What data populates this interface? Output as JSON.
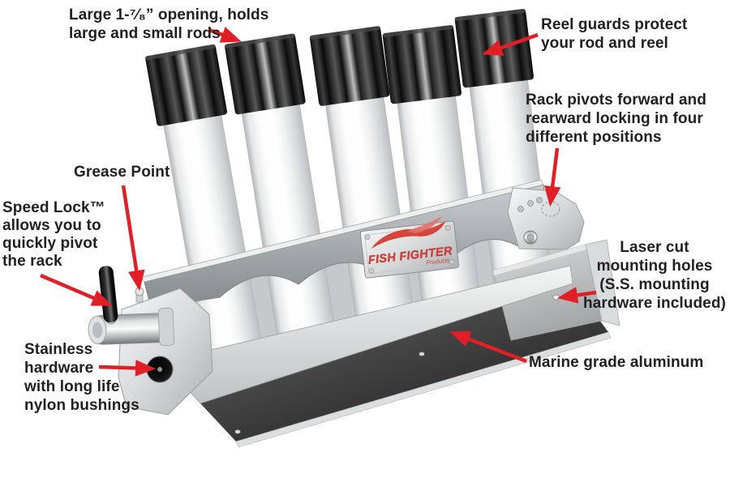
{
  "callouts": {
    "large_opening": "Large 1-⁷⁄₈” opening, holds\nlarge and small rods",
    "reel_guards": "Reel guards protect\nyour rod and reel",
    "rack_pivots": "Rack pivots forward and\nrearward locking in four\ndifferent positions",
    "grease_point": "Grease Point",
    "speed_lock": "Speed Lock™\nallows you to\nquickly pivot\nthe rack",
    "laser_cut": "Laser cut\nmounting holes\n(S.S. mounting\nhardware included)",
    "stainless_hardware": "Stainless\nhardware\nwith long life\nnylon bushings",
    "marine_grade": "Marine grade aluminum"
  },
  "brand": {
    "name": "FISH FIGHTER",
    "sub": "Products"
  },
  "colors": {
    "background": "#ffffff",
    "label_text": "#231f20",
    "arrow_red": "#e11f26",
    "brand_red": "#d6453c",
    "tube_white": "#f5f6f6",
    "cap_black": "#161616",
    "metal_silver": "#c9cccd",
    "base_dark": "#2e2e2e"
  }
}
